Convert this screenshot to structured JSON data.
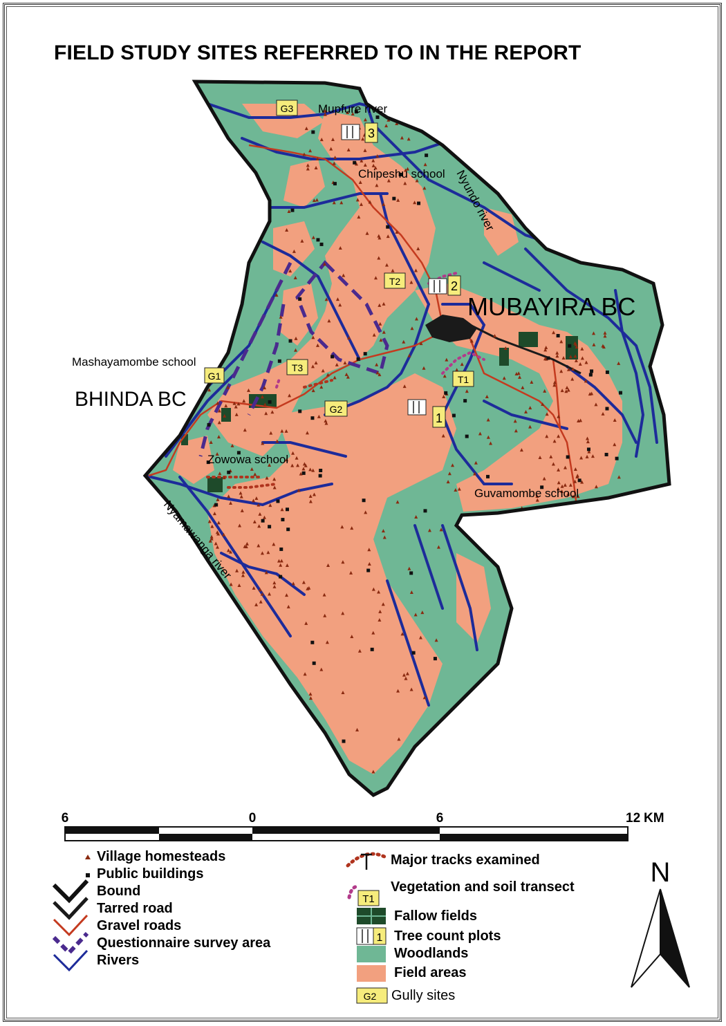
{
  "title": "FIELD STUDY SITES REFERRED TO IN THE REPORT",
  "colors": {
    "field_area": "#f2a07f",
    "woodland": "#6fb795",
    "river": "#1d2b9a",
    "gravel_road": "#c43a1f",
    "tarred_road": "#1a1a1a",
    "bound": "#111111",
    "survey_area": "#4a2a8e",
    "fallow": "#1e4a2a",
    "gully_badge": "#f6ec7c",
    "track": "#b0341e",
    "transect": "#b23a8a",
    "homestead": "#8a2a10"
  },
  "map_labels": {
    "mupfure": "Mupfure river",
    "chipeshu": "Chipeshu school",
    "nyundo": "Nyundo river",
    "mubaira": "MUBAYIRA BC",
    "mashayamombe": "Mashayamombe school",
    "bhinda": "BHINDA BC",
    "zowowa": "Zowowa school",
    "guvamombe": "Guvamombe school",
    "nyamawanga": "Nyamawanga river"
  },
  "site_markers": {
    "g1": "G1",
    "g2": "G2",
    "g3": "G3",
    "t1": "T1",
    "t2": "T2",
    "t3": "T3",
    "p1": "1",
    "p2": "2",
    "p3": "3"
  },
  "scale_bar": {
    "labels": [
      "6",
      "0",
      "6",
      "12"
    ],
    "unit": "KM"
  },
  "legend": {
    "homesteads": "Village homesteads",
    "public_buildings": "Public buildings",
    "bound": "Bound",
    "tarred_road": "Tarred road",
    "gravel_roads": "Gravel roads",
    "survey_area": "Questionnaire survey area",
    "rivers": "Rivers",
    "major_tracks": "Major tracks examined",
    "transect": "Vegetation and soil transect",
    "transect_badge": "T1",
    "fallow": "Fallow  fields",
    "tree_plots": "Tree count plots",
    "tree_plot_badge": "1",
    "woodlands": "Woodlands",
    "field_areas": "Field areas",
    "gully_sites": "Gully sites",
    "gully_badge": "G2"
  },
  "north_label": "N"
}
